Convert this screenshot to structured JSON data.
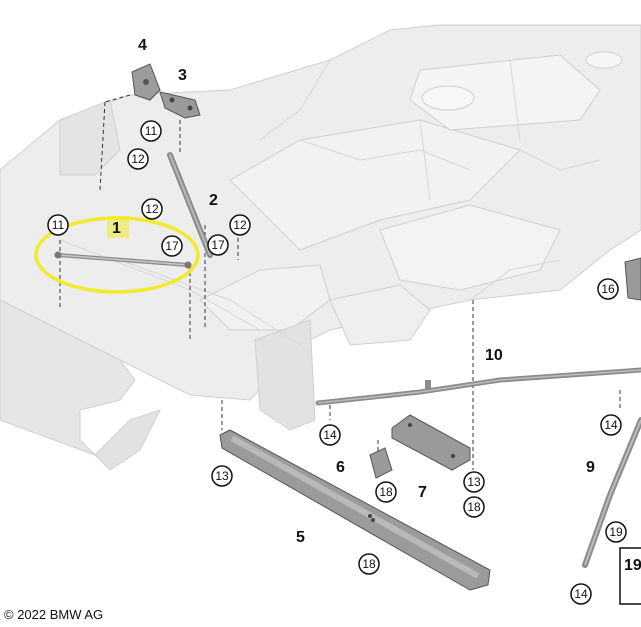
{
  "copyright": "© 2022 BMW AG",
  "highlight_color": "#f2ea2a",
  "part_color": "#8c8c8c",
  "body_color": "#e9e9e9",
  "callouts": [
    {
      "id": "label-4",
      "text": "4",
      "style": "plain"
    },
    {
      "id": "label-3",
      "text": "3",
      "style": "plain"
    },
    {
      "id": "label-2",
      "text": "2",
      "style": "plain"
    },
    {
      "id": "label-1",
      "text": "1",
      "style": "highlighted"
    },
    {
      "id": "label-10",
      "text": "10",
      "style": "plain"
    },
    {
      "id": "label-9",
      "text": "9",
      "style": "plain"
    },
    {
      "id": "label-6",
      "text": "6",
      "style": "plain"
    },
    {
      "id": "label-7",
      "text": "7",
      "style": "plain"
    },
    {
      "id": "label-5",
      "text": "5",
      "style": "plain"
    },
    {
      "id": "circle-11a",
      "text": "11",
      "style": "circled"
    },
    {
      "id": "circle-12a",
      "text": "12",
      "style": "circled"
    },
    {
      "id": "circle-11b",
      "text": "11",
      "style": "circled"
    },
    {
      "id": "circle-12b",
      "text": "12",
      "style": "circled"
    },
    {
      "id": "circle-17a",
      "text": "17",
      "style": "circled"
    },
    {
      "id": "circle-17b",
      "text": "17",
      "style": "circled"
    },
    {
      "id": "circle-12c",
      "text": "12",
      "style": "circled"
    },
    {
      "id": "circle-16",
      "text": "16",
      "style": "circled"
    },
    {
      "id": "circle-14a",
      "text": "14",
      "style": "circled"
    },
    {
      "id": "circle-14b",
      "text": "14",
      "style": "circled"
    },
    {
      "id": "circle-13a",
      "text": "13",
      "style": "circled"
    },
    {
      "id": "circle-18a",
      "text": "18",
      "style": "circled"
    },
    {
      "id": "circle-13b",
      "text": "13",
      "style": "circled"
    },
    {
      "id": "circle-18b",
      "text": "18",
      "style": "circled"
    },
    {
      "id": "circle-18c",
      "text": "18",
      "style": "circled"
    },
    {
      "id": "circle-19a",
      "text": "19",
      "style": "circled"
    },
    {
      "id": "circle-14c",
      "text": "14",
      "style": "circled"
    },
    {
      "id": "label-19-cut",
      "text": "19",
      "style": "boxed"
    }
  ]
}
